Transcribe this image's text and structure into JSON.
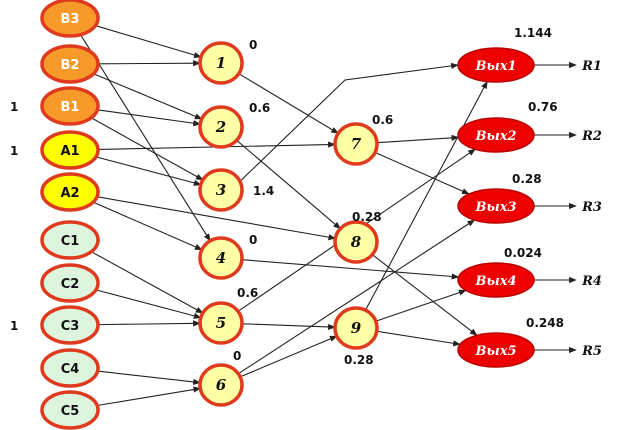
{
  "colors": {
    "orange_fill": "#f79a2a",
    "yellow_fill": "#ffff00",
    "green_fill": "#ddf5dd",
    "hidden_fill": "#ffffa6",
    "out_fill": "#ee0000",
    "node_stroke": "#e03a1e",
    "edge": "#222222"
  },
  "inputs": [
    {
      "id": "B3",
      "label": "B3",
      "color": "orange",
      "value": ""
    },
    {
      "id": "B2",
      "label": "B2",
      "color": "orange",
      "value": ""
    },
    {
      "id": "B1",
      "label": "B1",
      "color": "orange",
      "value": "1"
    },
    {
      "id": "A1",
      "label": "A1",
      "color": "yellow",
      "value": "1"
    },
    {
      "id": "A2",
      "label": "A2",
      "color": "yellow",
      "value": ""
    },
    {
      "id": "C1",
      "label": "C1",
      "color": "green",
      "value": ""
    },
    {
      "id": "C2",
      "label": "C2",
      "color": "green",
      "value": ""
    },
    {
      "id": "C3",
      "label": "C3",
      "color": "green",
      "value": "1"
    },
    {
      "id": "C4",
      "label": "C4",
      "color": "green",
      "value": ""
    },
    {
      "id": "C5",
      "label": "C5",
      "color": "green",
      "value": ""
    }
  ],
  "hidden1": [
    {
      "id": "h1",
      "label": "1",
      "value": "0"
    },
    {
      "id": "h2",
      "label": "2",
      "value": "0.6"
    },
    {
      "id": "h3",
      "label": "3",
      "value": "1.4"
    },
    {
      "id": "h4",
      "label": "4",
      "value": "0"
    },
    {
      "id": "h5",
      "label": "5",
      "value": "0.6"
    },
    {
      "id": "h6",
      "label": "6",
      "value": "0"
    }
  ],
  "hidden2": [
    {
      "id": "h7",
      "label": "7",
      "value": "0.6"
    },
    {
      "id": "h8",
      "label": "8",
      "value": "0.28"
    },
    {
      "id": "h9",
      "label": "9",
      "value": "0.28"
    }
  ],
  "outputs": [
    {
      "id": "o1",
      "label": "Вых1",
      "value": "1.144",
      "result": "R1"
    },
    {
      "id": "o2",
      "label": "Вых2",
      "value": "0.76",
      "result": "R2"
    },
    {
      "id": "o3",
      "label": "Вых3",
      "value": "0.28",
      "result": "R3"
    },
    {
      "id": "o4",
      "label": "Вых4",
      "value": "0.024",
      "result": "R4"
    },
    {
      "id": "o5",
      "label": "Вых5",
      "value": "0.248",
      "result": "R5"
    }
  ],
  "edges": [
    [
      "B3",
      "h1"
    ],
    [
      "B3",
      "h4"
    ],
    [
      "B2",
      "h1"
    ],
    [
      "B2",
      "h2"
    ],
    [
      "B1",
      "h2"
    ],
    [
      "B1",
      "h3"
    ],
    [
      "A1",
      "h3"
    ],
    [
      "A1",
      "h7"
    ],
    [
      "A2",
      "h4"
    ],
    [
      "A2",
      "h8"
    ],
    [
      "C1",
      "h5"
    ],
    [
      "C2",
      "h5"
    ],
    [
      "C3",
      "h5"
    ],
    [
      "C4",
      "h6"
    ],
    [
      "C5",
      "h6"
    ],
    [
      "h1",
      "h7"
    ],
    [
      "h2",
      "h8"
    ],
    [
      "h3",
      "o1"
    ],
    [
      "h4",
      "o4"
    ],
    [
      "h5",
      "h9"
    ],
    [
      "h5",
      "o2"
    ],
    [
      "h6",
      "h9"
    ],
    [
      "h6",
      "o3"
    ],
    [
      "h7",
      "o2"
    ],
    [
      "h7",
      "o3"
    ],
    [
      "h8",
      "o5"
    ],
    [
      "h9",
      "o1"
    ],
    [
      "h9",
      "o4"
    ],
    [
      "h9",
      "o5"
    ]
  ]
}
